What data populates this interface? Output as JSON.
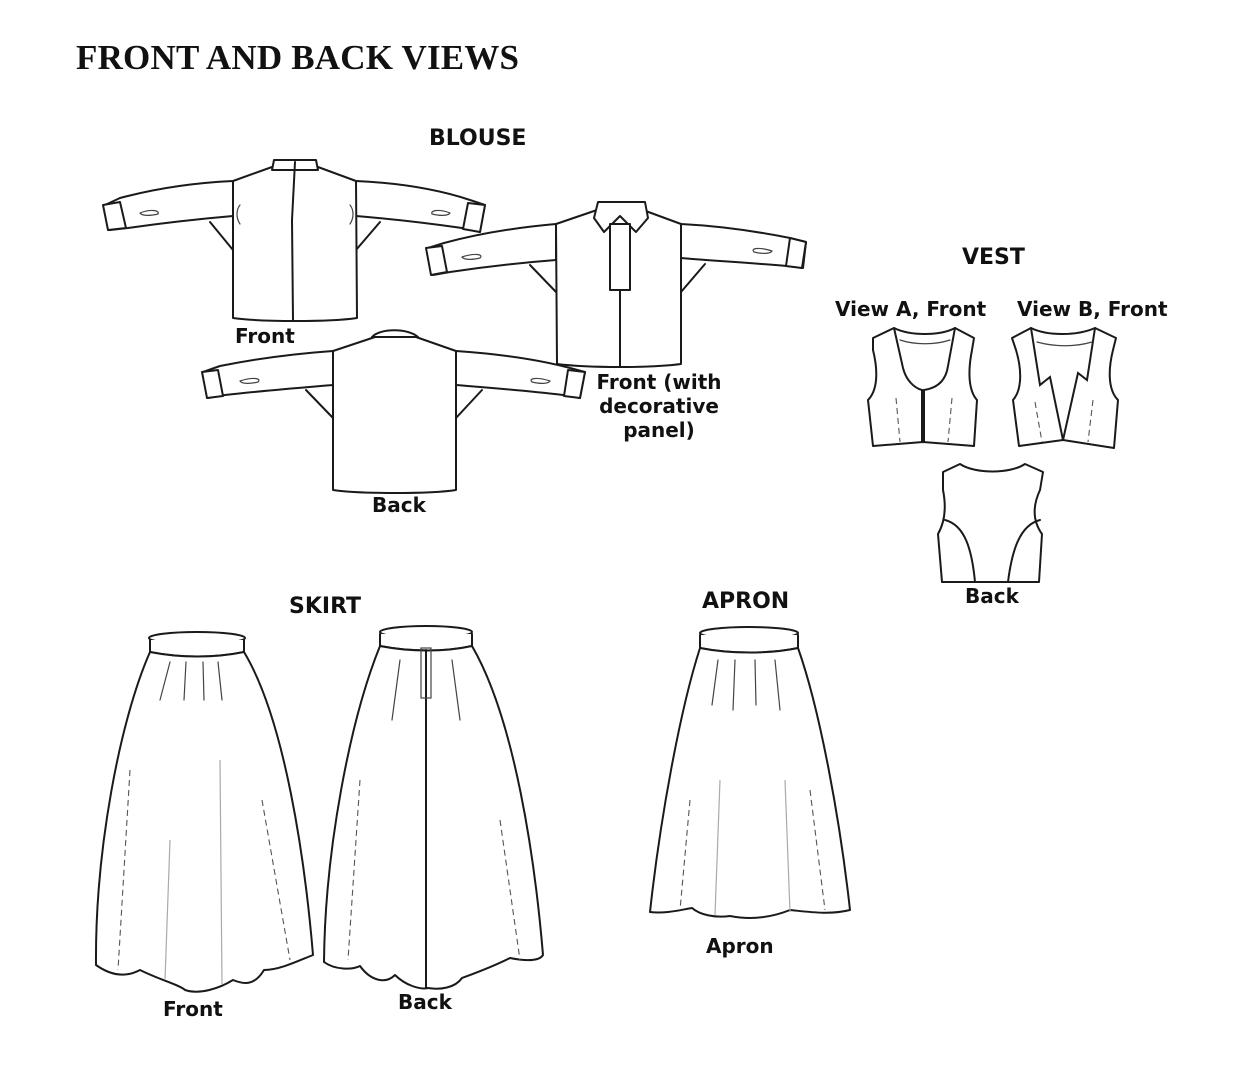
{
  "page": {
    "title": "FRONT AND BACK VIEWS"
  },
  "sections": {
    "blouse": {
      "heading": "BLOUSE",
      "views": [
        {
          "label": "Front"
        },
        {
          "label": "Back"
        },
        {
          "label_lines": [
            "Front (with",
            "decorative",
            "panel)"
          ]
        }
      ]
    },
    "vest": {
      "heading": "VEST",
      "views": [
        {
          "label": "View A, Front"
        },
        {
          "label": "View B, Front"
        },
        {
          "label": "Back"
        }
      ]
    },
    "skirt": {
      "heading": "SKIRT",
      "views": [
        {
          "label": "Front"
        },
        {
          "label": "Back"
        }
      ]
    },
    "apron": {
      "heading": "APRON",
      "views": [
        {
          "label": "Apron"
        }
      ]
    }
  }
}
